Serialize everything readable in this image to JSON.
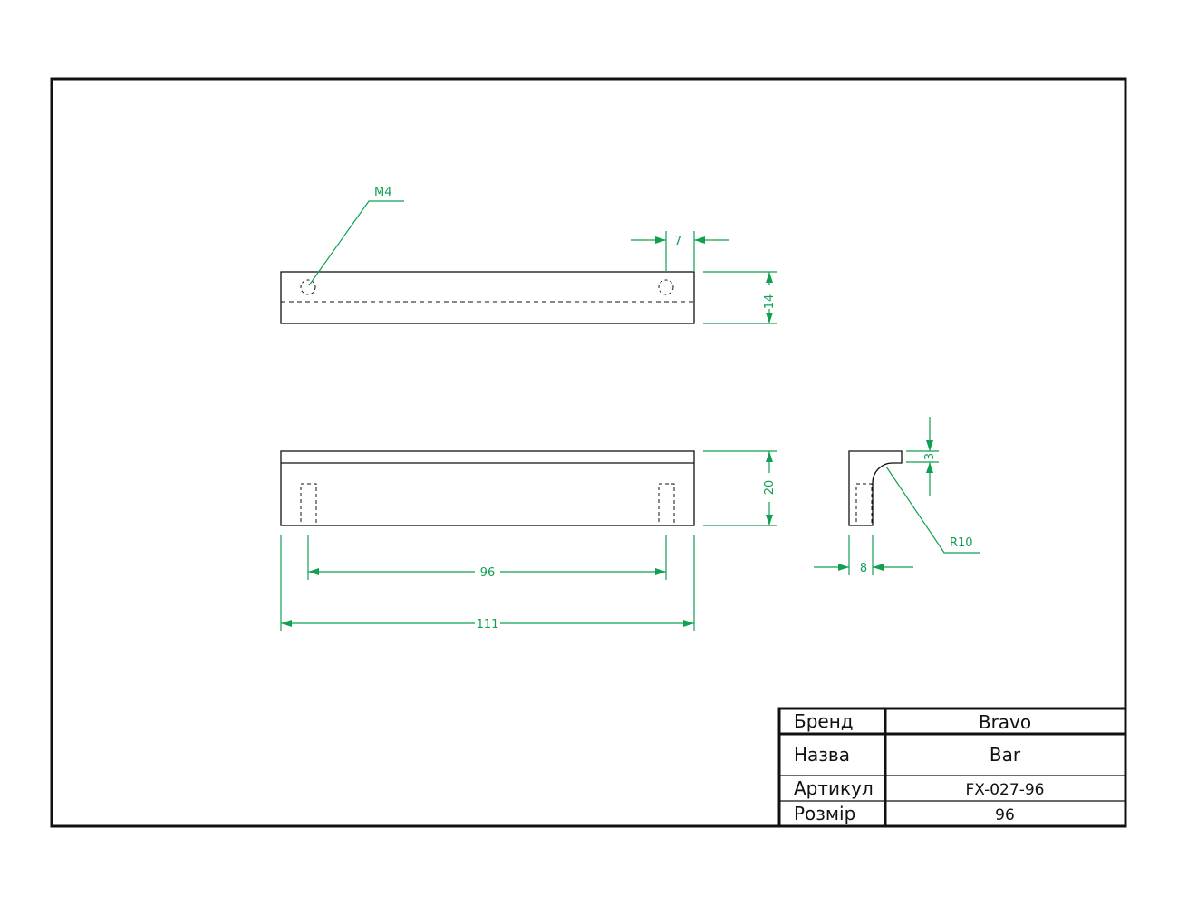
{
  "colors": {
    "outline": "#111111",
    "dimension": "#10a050",
    "background": "#ffffff"
  },
  "dimensions": {
    "thread": "M4",
    "hole_offset": "7",
    "height_top_view": "14",
    "height_front_view": "20",
    "hole_spacing": "96",
    "overall_length": "111",
    "lip_thickness": "3",
    "depth": "8",
    "radius": "R10"
  },
  "title_block": {
    "brand_label": "Бренд",
    "brand_value": "Bravo",
    "name_label": "Назва",
    "name_value": "Bar",
    "article_label": "Артикул",
    "article_value": "FX-027-96",
    "size_label": "Розмір",
    "size_value": "96"
  }
}
